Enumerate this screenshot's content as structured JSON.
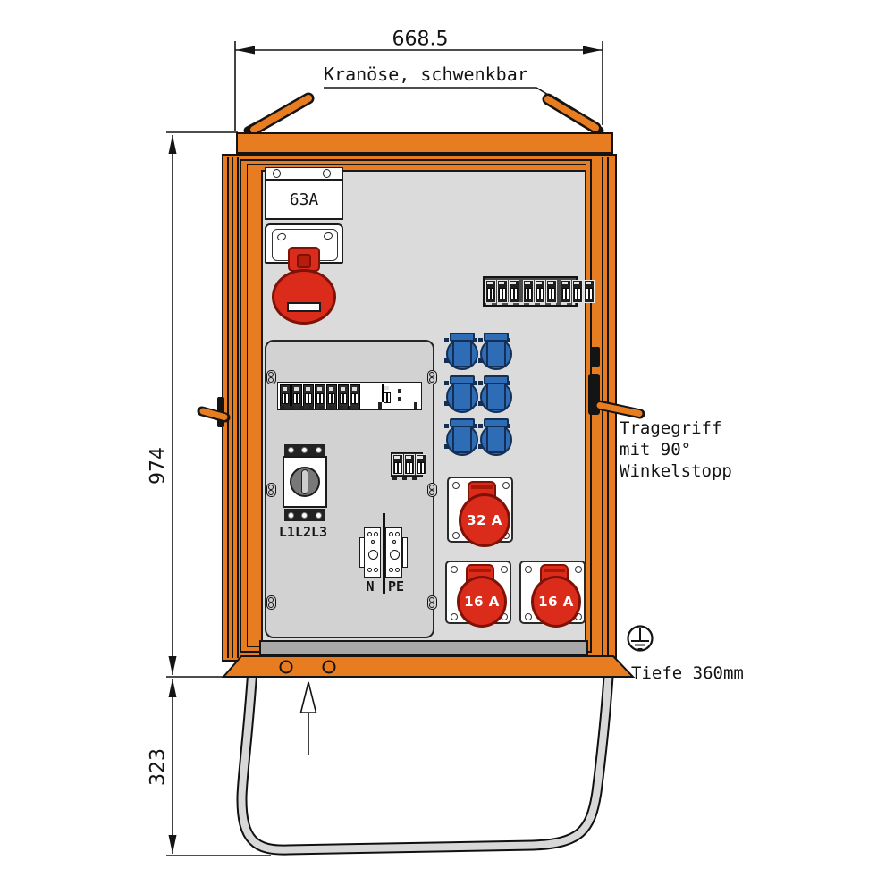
{
  "annotations": {
    "top_width": "668.5",
    "left_height": "974",
    "stand_height": "323",
    "crane_label": "Kranöse, schwenkbar",
    "handle_note": [
      "Tragegriff",
      "mit 90°",
      "Winkelstopp"
    ],
    "depth_note": "Tiefe 360mm"
  },
  "cabinet": {
    "inlet_rating": "63A",
    "main_switch_label": "L1L2L3",
    "terminal_n": "N",
    "terminal_pe": "PE",
    "cee_sockets": [
      {
        "label": "32 A"
      },
      {
        "label": "16 A"
      },
      {
        "label": "16 A"
      }
    ]
  },
  "colors": {
    "frame_orange": "#E87C20",
    "panel_gray": "#DBDBDB",
    "cee_red": "#DB2B1B",
    "socket_blue": "#2E6CB5"
  }
}
